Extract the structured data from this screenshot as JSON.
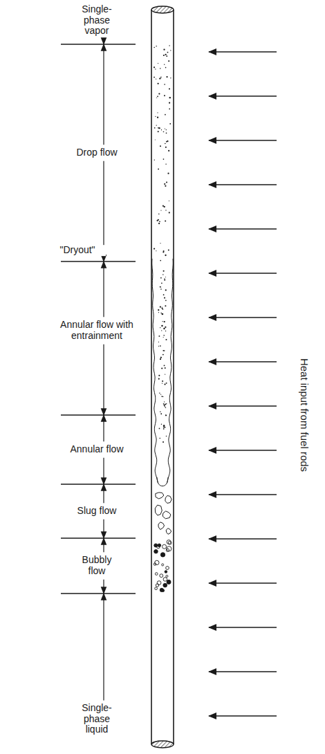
{
  "diagram": {
    "labels": [
      "Single-phase vapor",
      "Drop flow",
      "\"Dryout\"",
      "Annular flow with entrainment",
      "Annular flow",
      "Slug flow",
      "Bubbly flow",
      "Single-phase liquid",
      "Heat input from fuel rods"
    ]
  }
}
